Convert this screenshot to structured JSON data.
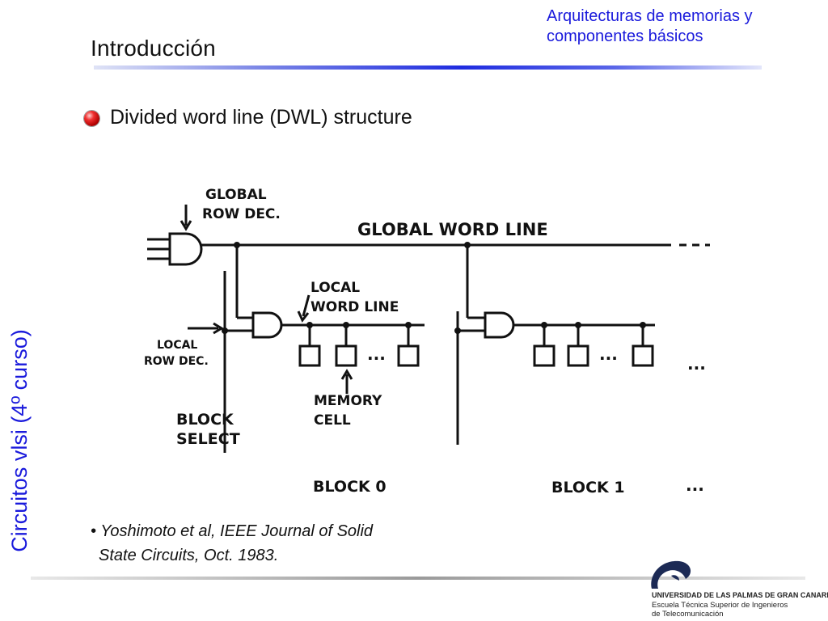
{
  "header": {
    "title_line1": "Arquitecturas de memorias y",
    "title_line2": "componentes básicos"
  },
  "slide": {
    "title": "Introducción",
    "bullet": "Divided word line (DWL) structure",
    "side_label": "Circuitos vlsi (4º curso)"
  },
  "diagram": {
    "labels": {
      "global_row_dec_1": "GLOBAL",
      "global_row_dec_2": "ROW  DEC.",
      "global_word_line": "GLOBAL  WORD  LINE",
      "local_word_line_1": "LOCAL",
      "local_word_line_2": "WORD  LINE",
      "local_row_dec_1": "LOCAL",
      "local_row_dec_2": "ROW  DEC.",
      "memory_cell_1": "MEMORY",
      "memory_cell_2": "CELL",
      "block_select_1": "BLOCK",
      "block_select_2": "SELECT",
      "block0": "BLOCK  0",
      "block1": "BLOCK  1",
      "ellipsis": "..."
    }
  },
  "citation": {
    "line1": "• Yoshimoto et al, IEEE Journal of Solid",
    "line2": "State Circuits, Oct. 1983."
  },
  "footer": {
    "university": "UNIVERSIDAD DE LAS PALMAS DE GRAN CANARIA",
    "school_line1": "Escuela Técnica Superior de Ingenieros",
    "school_line2": "de Telecomunicación"
  },
  "colors": {
    "accent_blue": "#1a1adc",
    "bullet_red": "#d01010",
    "logo_navy": "#1c2a55"
  }
}
